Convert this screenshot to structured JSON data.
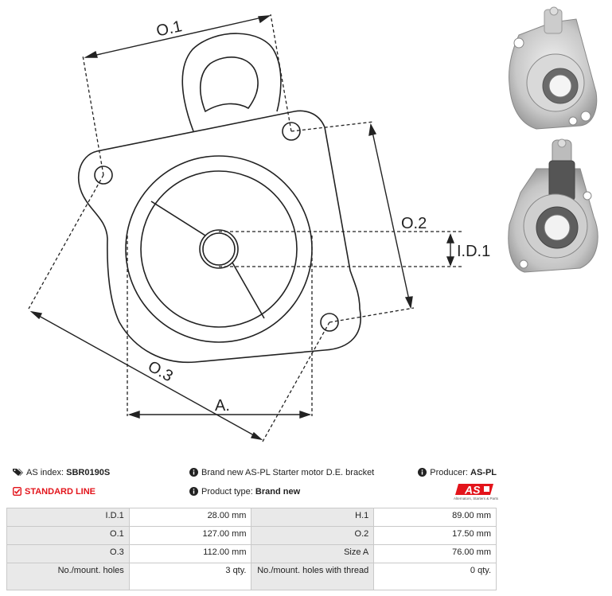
{
  "drawing": {
    "labels": {
      "o1": "O.1",
      "o2": "O.2",
      "o3": "O.3",
      "id1": "I.D.1",
      "a": "A."
    }
  },
  "info": {
    "as_index_label": "AS index:",
    "as_index_value": "SBR0190S",
    "description": "Brand new AS-PL Starter motor D.E. bracket",
    "producer_label": "Producer:",
    "producer_value": "AS-PL",
    "line": "STANDARD LINE",
    "product_type_label": "Product type:",
    "product_type_value": "Brand new"
  },
  "logo": {
    "text": "AS",
    "subtitle": "Alternators, Starters & Parts",
    "color": "#e3141b"
  },
  "specs": [
    {
      "l1": "I.D.1",
      "v1": "28.00 mm",
      "l2": "H.1",
      "v2": "89.00 mm"
    },
    {
      "l1": "O.1",
      "v1": "127.00 mm",
      "l2": "O.2",
      "v2": "17.50 mm"
    },
    {
      "l1": "O.3",
      "v1": "112.00 mm",
      "l2": "Size A",
      "v2": "76.00 mm"
    },
    {
      "l1": "No./mount. holes",
      "v1": "3 qty.",
      "l2": "No./mount. holes with thread",
      "v2": "0 qty."
    }
  ]
}
